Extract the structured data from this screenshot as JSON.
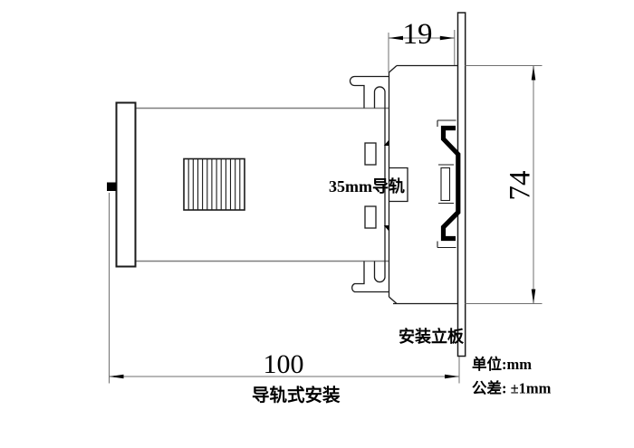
{
  "drawing": {
    "type": "mechanical-side-view",
    "dim_depth": "19",
    "dim_height": "74",
    "dim_width": "100",
    "label_rail": "35mm导轨",
    "label_plate": "安装立板",
    "label_mounting_type": "导轨式安装",
    "note_unit": "单位:mm",
    "note_tolerance": "公差: ±1mm",
    "colors": {
      "line": "#1b1b1b",
      "secondary_line": "#7e7e7e",
      "dimension_line": "#6f6f6f",
      "rail_profile": "#000000",
      "background": "#ffffff"
    }
  }
}
